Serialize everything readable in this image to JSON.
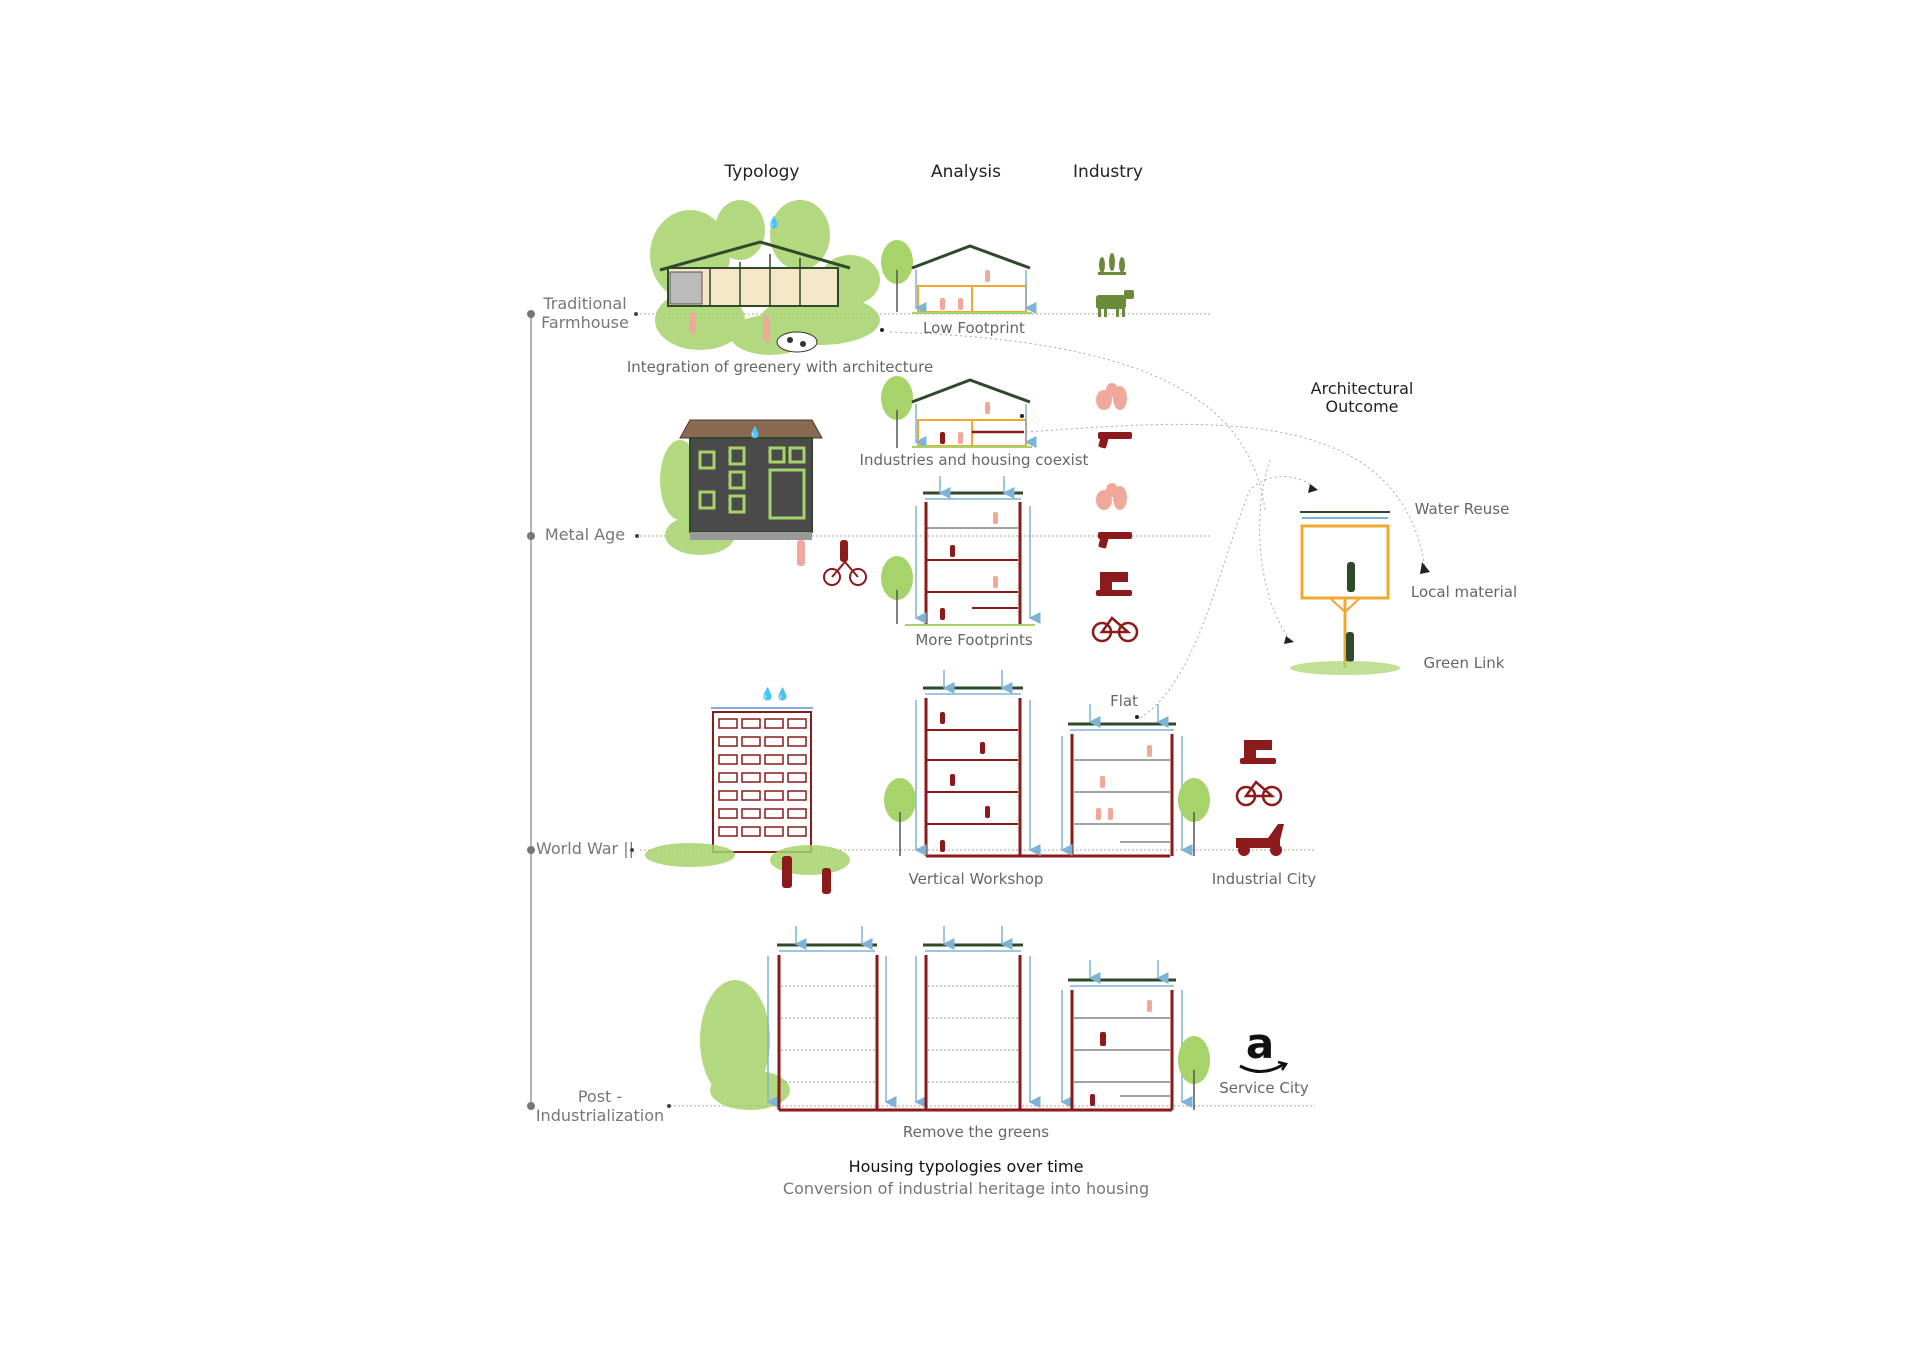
{
  "headers": {
    "typology": "Typology",
    "analysis": "Analysis",
    "industry": "Industry"
  },
  "eras": {
    "farmhouse_line1": "Traditional",
    "farmhouse_line2": "Farmhouse",
    "metal_age": "Metal Age",
    "world_war": "World War ||",
    "post_line1": "Post -",
    "post_line2": "Industrialization"
  },
  "captions": {
    "low_footprint": "Low Footprint",
    "greenery": "Integration of greenery with architecture",
    "coexist": "Industries and housing coexist",
    "more_footprints": "More Footprints",
    "flat": "Flat",
    "vertical_workshop": "Vertical Workshop",
    "industrial_city": "Industrial City",
    "service_city": "Service City",
    "remove_greens": "Remove the greens"
  },
  "outcome": {
    "title_line1": "Architectural",
    "title_line2": "Outcome",
    "water_reuse": "Water Reuse",
    "local_material": "Local material",
    "green_link": "Green Link"
  },
  "footer": {
    "title": "Housing typologies over time",
    "subtitle": "Conversion of industrial heritage into housing"
  },
  "icons": {
    "wheat": "wheat-icon",
    "cow": "cow-icon",
    "pottery": "pottery-icon",
    "pistol": "pistol-icon",
    "sewing_machine": "sewing-machine-icon",
    "bicycle": "bicycle-icon",
    "scooter": "scooter-icon",
    "amazon": "amazon-logo"
  },
  "colors": {
    "structure_red": "#8b1a1a",
    "frame_green": "#2f4a2a",
    "roof_blue": "#7fb3d5",
    "outcome_orange": "#f0a830",
    "greenery": "#a6d36a",
    "industry_green": "#6b8a3a",
    "figure_pink": "#f0a89a"
  }
}
